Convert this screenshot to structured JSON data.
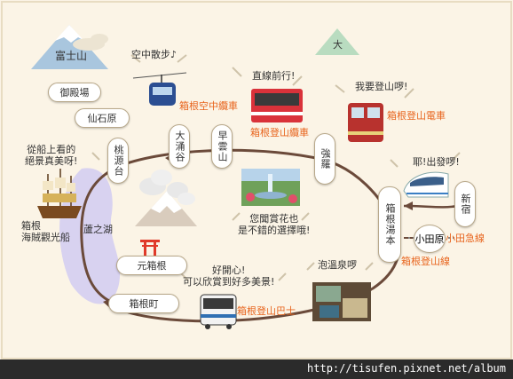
{
  "mountains": {
    "fuji": "富士山",
    "dai": "大"
  },
  "stations": {
    "gotemba": "御殿場",
    "sengokuhara": "仙石原",
    "togendai": "桃源台",
    "owakudani": "大涌谷",
    "sounzan": "早雲山",
    "gora": "強羅",
    "hakone_yumoto": "箱根湯本",
    "shinjuku": "新宿",
    "odawara": "小田原",
    "moto_hakone": "元箱根",
    "hakone_machi": "箱根町"
  },
  "routes": {
    "ropeway": "箱根空中纜車",
    "cable_car": "箱根登山纜車",
    "tozan_train": "箱根登山電車",
    "pirate_ship": "箱根\n海賊觀光船",
    "odakyu": "小田急線",
    "tozan_line": "箱根登山線",
    "tozan_bus": "箱根登山巴士"
  },
  "captions": {
    "air_walk": "空中散步♪",
    "straight": "直線前行!",
    "climb": "我要登山啰!",
    "depart": "耶!出發啰!",
    "ship_view": "從船上看的\n絕景真美呀!",
    "ashinoko": "蘆之湖",
    "flowers": "您聞賞花也\n是不錯的選擇哦!",
    "onsen": "泡溫泉啰",
    "happy": "好開心!\n可以欣賞到好多美景!"
  },
  "colors": {
    "orange": "#e8651e",
    "route": "#6b4a3a",
    "lake": "#d8d2f0"
  },
  "icons": [
    "cloud-icon",
    "torii-icon",
    "smoke-icon",
    "fountain-icon",
    "ropeway-gondola-icon",
    "cable-train-icon",
    "tozan-train-icon",
    "romancecar-icon",
    "pirate-ship-icon",
    "bus-icon",
    "onsen-photo-icon"
  ],
  "footer": {
    "url": "http://tisufen.pixnet.net/album"
  }
}
